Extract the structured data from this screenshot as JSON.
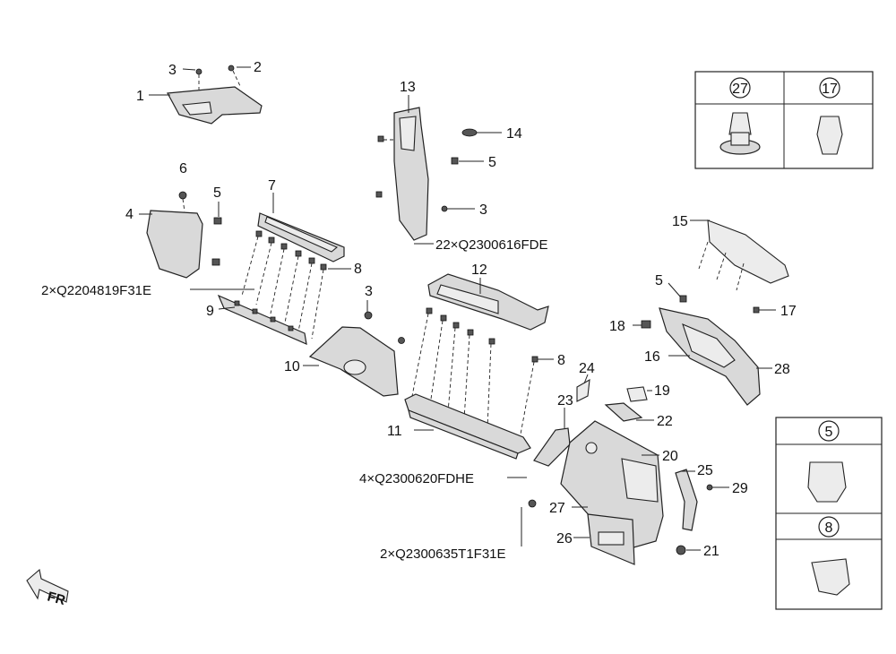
{
  "diagram": {
    "callouts": {
      "c1": "1",
      "c2": "2",
      "c3a": "3",
      "c4": "4",
      "c5a": "5",
      "c6": "6",
      "c7": "7",
      "c8a": "8",
      "c9": "9",
      "c3b": "3",
      "c10": "10",
      "c11": "11",
      "c12": "12",
      "c8b": "8",
      "c13": "13",
      "c14": "14",
      "c5b": "5",
      "c3c": "3",
      "c15": "15",
      "c5c": "5",
      "c17": "17",
      "c18": "18",
      "c16": "16",
      "c28": "28",
      "c24": "24",
      "c19": "19",
      "c23": "23",
      "c22": "22",
      "c20": "20",
      "c25": "25",
      "c29": "29",
      "c27": "27",
      "c26": "26",
      "c21": "21"
    },
    "part_codes": {
      "code_9": "2×Q2204819F31E",
      "code_13": "22×Q2300616FDE",
      "code_11": "4×Q2300620FDHE",
      "code_27": "2×Q2300635T1F31E"
    },
    "legend_top": {
      "left": "27",
      "right": "17"
    },
    "legend_right": {
      "top": "5",
      "bottom": "8"
    },
    "direction_label": "FR"
  }
}
